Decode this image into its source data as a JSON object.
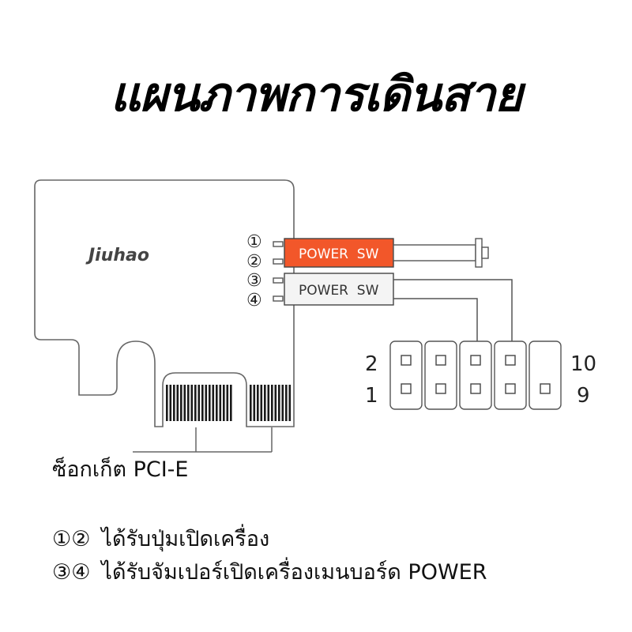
{
  "title": "แผนภาพการเดินสาย",
  "brand": "Jiuhao",
  "pin_markers": [
    "①",
    "②",
    "③",
    "④"
  ],
  "cable_top_label": "POWER  SW",
  "cable_bottom_label": "POWER  SW",
  "header_labels": {
    "top_left": "2",
    "bottom_left": "1",
    "top_right": "10",
    "bottom_right": "9"
  },
  "socket_caption": "ซ็อกเก็ต PCI-E",
  "notes": [
    {
      "num": "①②",
      "text": "ได้รับปุ่มเปิดเครื่อง"
    },
    {
      "num": "③④",
      "text": "ได้รับจัมเปอร์เปิดเครื่องเมนบอร์ด POWER"
    }
  ],
  "colors": {
    "accent_cable": "#f2572a",
    "plain_cable": "#f4f4f4",
    "line": "#555555"
  }
}
